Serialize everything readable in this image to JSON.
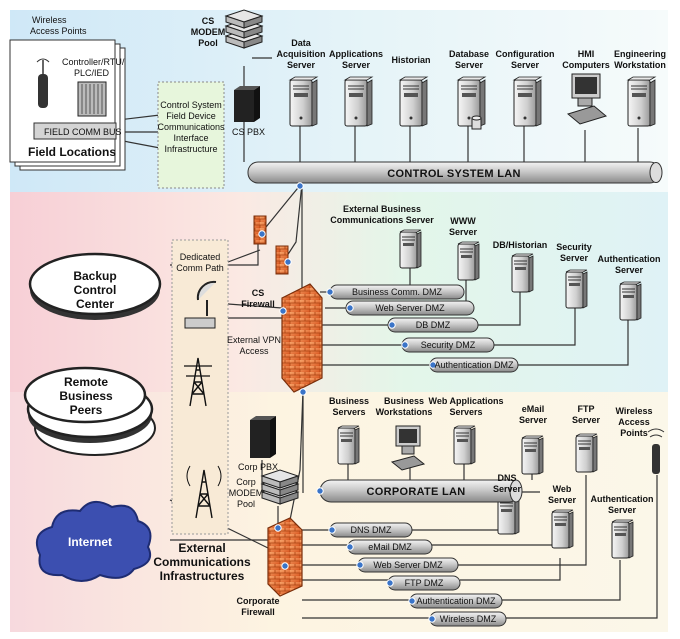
{
  "field": {
    "wireless_line1": "Wireless",
    "wireless_line2": "Access Points",
    "controller_line1": "Controller/RTU/",
    "controller_line2": "PLC/IED",
    "comm_bus": "FIELD COMM BUS",
    "title": "Field Locations"
  },
  "interface": {
    "line1": "Control System",
    "line2": "Field Device",
    "line3": "Communications",
    "line4": "Interface",
    "line5": "Infrastructure"
  },
  "control": {
    "modem_line1": "CS",
    "modem_line2": "MODEM",
    "modem_line3": "Pool",
    "pbx": "CS PBX",
    "servers": [
      {
        "line1": "Data",
        "line2": "Acquisition",
        "line3": "Server"
      },
      {
        "line1": "Applications",
        "line2": "Server"
      },
      {
        "line1": "Historian"
      },
      {
        "line1": "Database",
        "line2": "Server"
      },
      {
        "line1": "Configuration",
        "line2": "Server"
      },
      {
        "line1": "HMI",
        "line2": "Computers"
      },
      {
        "line1": "Engineering",
        "line2": "Workstation"
      }
    ],
    "lan": "CONTROL SYSTEM LAN"
  },
  "dmz": {
    "dedicated_line1": "Dedicated",
    "dedicated_line2": "Comm Path",
    "backup_line1": "Backup",
    "backup_line2": "Control",
    "backup_line3": "Center",
    "remote_line1": "Remote",
    "remote_line2": "Business",
    "remote_line3": "Peers",
    "firewall_line1": "CS",
    "firewall_line2": "Firewall",
    "vpn_line1": "External VPN",
    "vpn_line2": "Access",
    "servers": [
      {
        "line1": "External Business",
        "line2": "Communications Server"
      },
      {
        "line1": "WWW",
        "line2": "Server"
      },
      {
        "line1": "DB/Historian"
      },
      {
        "line1": "Security",
        "line2": "Server"
      },
      {
        "line1": "Authentication",
        "line2": "Server"
      }
    ],
    "dmz_labels": [
      "Business Comm. DMZ",
      "Web Server DMZ",
      "DB DMZ",
      "Security DMZ",
      "Authentication DMZ"
    ]
  },
  "corporate": {
    "pbx": "Corp PBX",
    "modem_line1": "Corp",
    "modem_line2": "MODEM",
    "modem_line3": "Pool",
    "external_line1": "External",
    "external_line2": "Communications",
    "external_line3": "Infrastructures",
    "internet": "Internet",
    "firewall_line1": "Corporate",
    "firewall_line2": "Firewall",
    "servers": [
      {
        "line1": "Business",
        "line2": "Servers"
      },
      {
        "line1": "Business",
        "line2": "Workstations"
      },
      {
        "line1": "Web Applications",
        "line2": "Servers"
      },
      {
        "line1": "eMail",
        "line2": "Server"
      },
      {
        "line1": "FTP",
        "line2": "Server"
      },
      {
        "line1": "Wireless",
        "line2": "Access",
        "line3": "Points"
      },
      {
        "line1": "DNS",
        "line2": "Server"
      },
      {
        "line1": "Web",
        "line2": "Server"
      },
      {
        "line1": "Authentication",
        "line2": "Server"
      }
    ],
    "lan": "CORPORATE LAN",
    "dmz_labels": [
      "DNS DMZ",
      "eMail DMZ",
      "Web Server DMZ",
      "FTP DMZ",
      "Authentication DMZ",
      "Wireless DMZ"
    ]
  }
}
